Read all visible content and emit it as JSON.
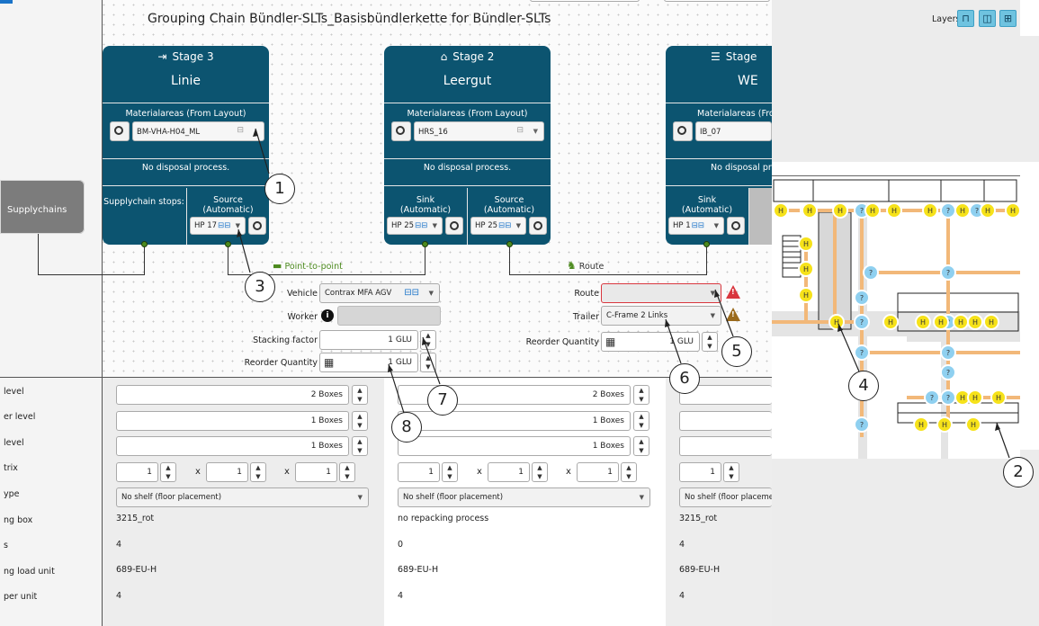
{
  "chain_title": "Grouping Chain Bündler-SLTs_Basisbündlerkette for Bündler-SLTs",
  "layers_label": "Layers",
  "supplychains_label": "Supplychains",
  "stages": [
    {
      "stage_label": "Stage 3",
      "name": "Linie",
      "materialareas_label": "Materialareas (From Layout)",
      "materialarea_value": "BM-VHA-H04_ML",
      "disposal": "No disposal process.",
      "stops_label": "Supplychain stops:",
      "source_label": "Source",
      "source_sub": "(Automatic)",
      "source_hp": "HP 17"
    },
    {
      "stage_label": "Stage 2",
      "name": "Leergut",
      "materialareas_label": "Materialareas (From Layout)",
      "materialarea_value": "HRS_16",
      "disposal": "No disposal process.",
      "sink_label": "Sink",
      "sink_sub": "(Automatic)",
      "sink_hp": "HP 25",
      "source_label": "Source",
      "source_sub": "(Automatic)",
      "source_hp": "HP 25"
    },
    {
      "stage_label": "Stage",
      "name": "WE",
      "materialareas_label": "Materialareas (From",
      "materialarea_value": "IB_07",
      "disposal": "No disposal proces",
      "sink_label": "Sink",
      "sink_sub": "(Automatic)",
      "sink_hp": "HP 1"
    }
  ],
  "connections": {
    "p2p_label": "Point-to-point",
    "route_label": "Route"
  },
  "p2p_form": {
    "vehicle_label": "Vehicle",
    "vehicle_value": "Contrax MFA AGV",
    "worker_label": "Worker",
    "stacking_label": "Stacking factor",
    "stacking_value": "1 GLU",
    "reorder_label": "Reorder Quantity",
    "reorder_value": "1 GLU"
  },
  "route_form": {
    "route_label": "Route",
    "trailer_label": "Trailer",
    "trailer_value": "C-Frame 2 Links",
    "reorder_label": "Reorder Quantity",
    "reorder_value": "1 GLU"
  },
  "row_labels": [
    "level",
    "er level",
    "level",
    "trix",
    "ype",
    "ng box",
    "s",
    "ng load unit",
    "per unit"
  ],
  "columns": [
    {
      "l1": "2 Boxes",
      "l2": "1 Boxes",
      "l3": "1 Boxes",
      "m1": "1",
      "m2": "1",
      "m3": "1",
      "x": "x",
      "shelf": "No shelf (floor placement)",
      "box": "3215_rot",
      "count": "4",
      "load_unit": "689-EU-H",
      "per_unit": "4"
    },
    {
      "l1": "2 Boxes",
      "l2": "1 Boxes",
      "l3": "1 Boxes",
      "m1": "1",
      "m2": "1",
      "m3": "1",
      "x": "x",
      "shelf": "No shelf (floor placement)",
      "box": "no repacking process",
      "count": "0",
      "load_unit": "689-EU-H",
      "per_unit": "4"
    },
    {
      "l1": "",
      "l2": "",
      "l3": "",
      "m1": "1",
      "m2": "",
      "m3": "",
      "x": "",
      "shelf": "No shelf (floor placement",
      "box": "3215_rot",
      "count": "4",
      "load_unit": "689-EU-H",
      "per_unit": "4"
    }
  ],
  "callouts": [
    "1",
    "2",
    "3",
    "4",
    "5",
    "6",
    "7",
    "8"
  ],
  "map_markers": {
    "h": "H",
    "q": "?"
  },
  "colors": {
    "stage_bg": "#0c5470",
    "connector_green": "#4c8a1e",
    "error_red": "#d9363e",
    "warn_brown": "#9a6a1c",
    "map_path": "#f2b879",
    "marker_yellow": "#f6e21a",
    "marker_blue": "#8fd0f0"
  },
  "icons": [
    "stage-3-arrow-icon",
    "stage-2-crate-icon",
    "stage-shelf-icon",
    "pick-target-icon",
    "link-icon",
    "dropdown-icon",
    "agv-vehicle-icon",
    "tugger-train-icon",
    "info-icon",
    "error-triangle-icon",
    "warning-triangle-icon",
    "cube-icon",
    "layer-rack-icon",
    "layer-grid-icon"
  ]
}
